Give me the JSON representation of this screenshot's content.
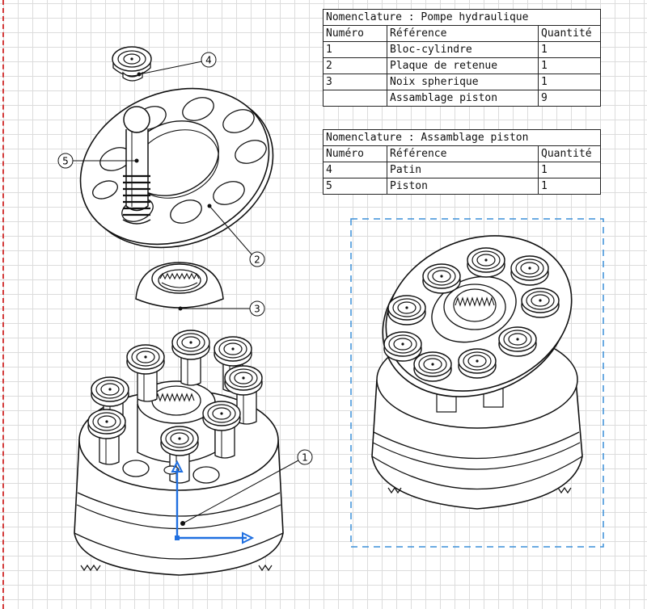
{
  "tables": [
    {
      "title": "Nomenclature : Pompe hydraulique",
      "headers": [
        "Numéro",
        "Référence",
        "Quantité"
      ],
      "rows": [
        [
          "1",
          "Bloc-cylindre",
          "1"
        ],
        [
          "2",
          "Plaque de retenue",
          "1"
        ],
        [
          "3",
          "Noix spherique",
          "1"
        ],
        [
          "",
          "Assamblage piston",
          "9"
        ]
      ]
    },
    {
      "title": "Nomenclature : Assamblage piston",
      "headers": [
        "Numéro",
        "Référence",
        "Quantité"
      ],
      "rows": [
        [
          "4",
          "Patin",
          "1"
        ],
        [
          "5",
          "Piston",
          "1"
        ]
      ]
    }
  ],
  "balloons": {
    "b1": "1",
    "b2": "2",
    "b3": "3",
    "b4": "4",
    "b5": "5"
  },
  "colors": {
    "grid": "#dcdcdc",
    "sheet_border": "#d43a3a",
    "selection_frame": "#3a8fd8",
    "axis": "#1f6fe0",
    "line": "#111111"
  }
}
